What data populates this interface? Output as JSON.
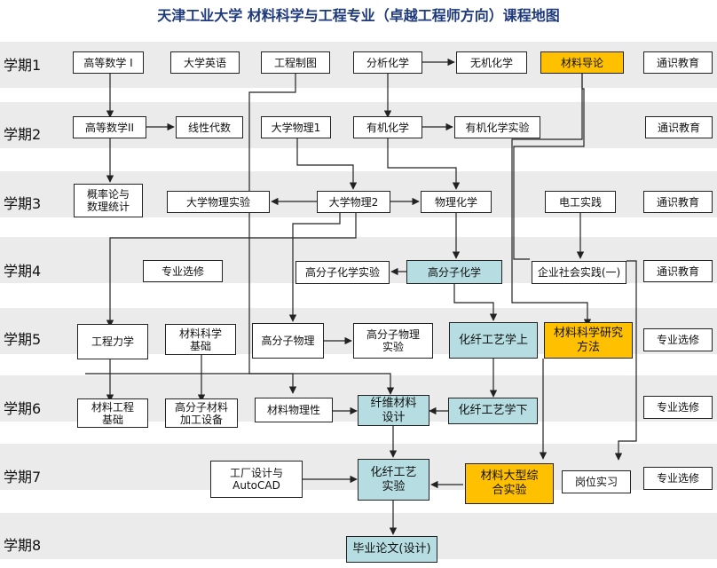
{
  "title": "天津工业大学 材料科学与工程专业（卓越工程师方向）课程地图",
  "semesters": [
    "学期1",
    "学期2",
    "学期3",
    "学期4",
    "学期5",
    "学期6",
    "学期7",
    "学期8"
  ],
  "colors": {
    "band": "#ebebeb",
    "blue": "#b6dde1",
    "yellow": "#ffc000",
    "line": "#222222",
    "title": "#1f3a7a"
  },
  "courses": {
    "gdsx1": "高等数学 I",
    "dxyy": "大学英语",
    "gczt": "工程制图",
    "fxhx": "分析化学",
    "wjhx": "无机化学",
    "clyl": "材料导论",
    "tsjy1": "通识教育",
    "gdsx2": "高等数学II",
    "xxds": "线性代数",
    "dxwl1": "大学物理1",
    "yjhx": "有机化学",
    "yjhxsy": "有机化学实验",
    "tsjy2": "通识教育",
    "glls": "概率论与\n数理统计",
    "dxwlsy": "大学物理实验",
    "dxwl2": "大学物理2",
    "wlhx": "物理化学",
    "dgsj": "电工实践",
    "tsjy3": "通识教育",
    "zyxx4": "专业选修",
    "gfzhxsy": "高分子化学实验",
    "gfzhx": "高分子化学",
    "qyshsj": "企业社会实践(一)",
    "tsjy4": "通识教育",
    "gclx": "工程力学",
    "clkxjc": "材料科学\n基础",
    "gfzwl": "高分子物理",
    "gfzwlsy": "高分子物理\n实验",
    "hxgyx1": "化纤工艺学上",
    "clkxyjff": "材料科学研究\n方法",
    "zyxx5": "专业选修",
    "clgcjc": "材料工程\n基础",
    "gfzjgsb": "高分子材料\n加工设备",
    "clwlx": "材料物理性",
    "xwclsj": "纤维材料\n设计",
    "hxgyx2": "化纤工艺学下",
    "zyxx6": "专业选修",
    "gcsj": "工厂设计与\nAutoCAD",
    "hxgysy": "化纤工艺\n实验",
    "clzhsy": "材料大型综\n合实验",
    "gwsx": "岗位实习",
    "zyxx7": "专业选修",
    "bylw": "毕业论文(设计)"
  }
}
